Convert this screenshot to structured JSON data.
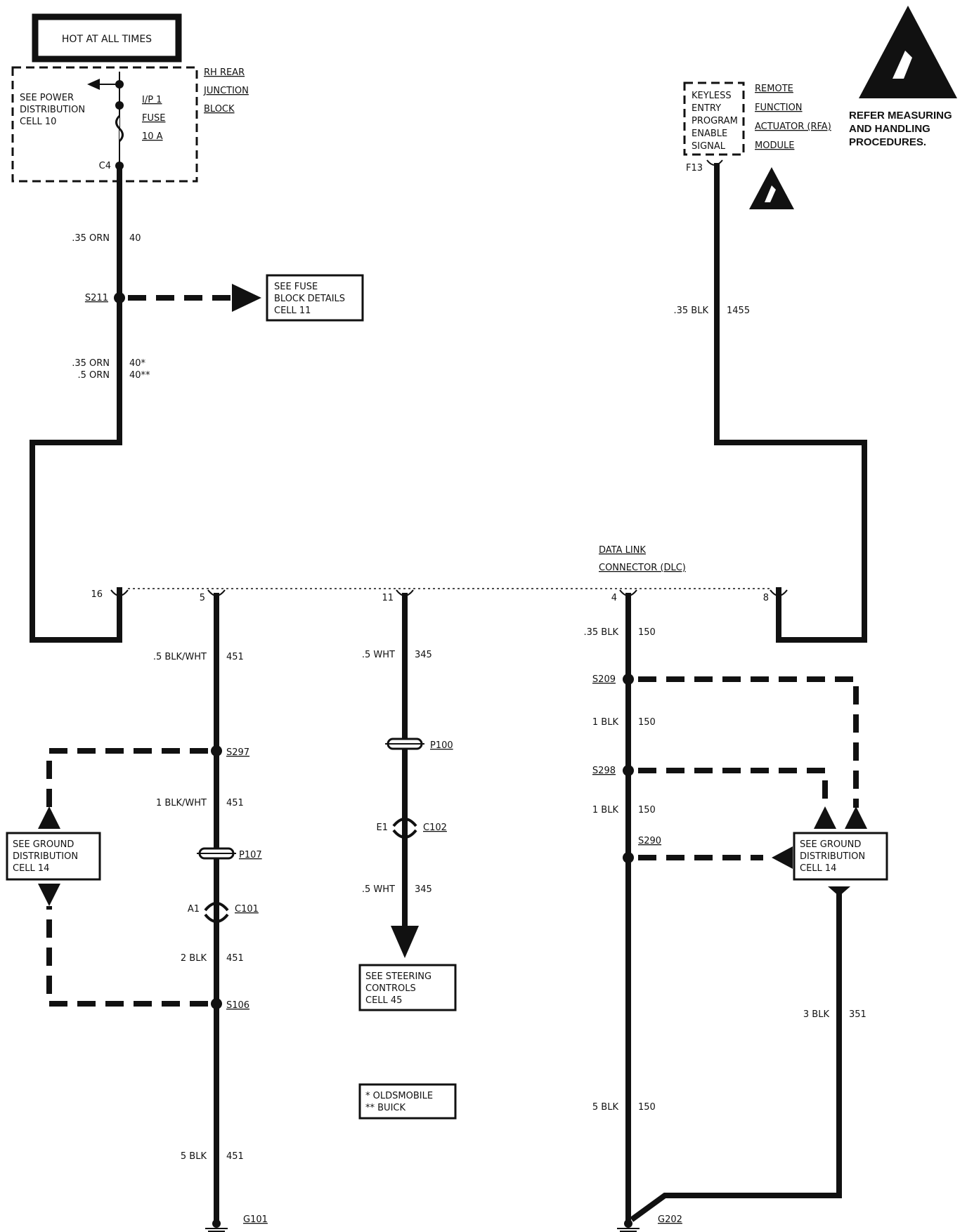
{
  "header": {
    "hot_label": "HOT AT ALL TIMES"
  },
  "junction_block": {
    "see_power": [
      "SEE POWER",
      "DISTRIBUTION",
      "CELL 10"
    ],
    "fuse": [
      "I/P 1",
      "FUSE",
      "10 A"
    ],
    "name": [
      "RH REAR",
      "JUNCTION",
      "BLOCK"
    ],
    "pin": "C4"
  },
  "rfa_module": {
    "signal": [
      "KEYLESS",
      "ENTRY",
      "PROGRAM",
      "ENABLE",
      "SIGNAL"
    ],
    "name": [
      "REMOTE",
      "FUNCTION",
      "ACTUATOR (RFA)",
      "MODULE"
    ],
    "pin": "F13"
  },
  "esd_notice": [
    "REFER MEASURING",
    "AND HANDLING",
    "PROCEDURES."
  ],
  "fuse_block_ref": [
    "SEE FUSE",
    "BLOCK DETAILS",
    "CELL 11"
  ],
  "dlc": {
    "name": [
      "DATA LINK",
      "CONNECTOR (DLC)"
    ],
    "pins": [
      "16",
      "5",
      "11",
      "4",
      "8"
    ]
  },
  "wires": {
    "w40": {
      "gauge": ".35 ORN",
      "circuit": "40"
    },
    "w40b": {
      "gauge": [
        ".35 ORN",
        ".5 ORN"
      ],
      "circuit": [
        "40*",
        "40**"
      ]
    },
    "w1455": {
      "gauge": ".35 BLK",
      "circuit": "1455"
    },
    "w451a": {
      "gauge": ".5 BLK/WHT",
      "circuit": "451"
    },
    "w451b": {
      "gauge": "1 BLK/WHT",
      "circuit": "451"
    },
    "w451c": {
      "gauge": "2 BLK",
      "circuit": "451"
    },
    "w451d": {
      "gauge": "5 BLK",
      "circuit": "451"
    },
    "w345a": {
      "gauge": ".5 WHT",
      "circuit": "345"
    },
    "w345b": {
      "gauge": ".5 WHT",
      "circuit": "345"
    },
    "w150a": {
      "gauge": ".35 BLK",
      "circuit": "150"
    },
    "w150b": {
      "gauge": "1 BLK",
      "circuit": "150"
    },
    "w150c": {
      "gauge": "1 BLK",
      "circuit": "150"
    },
    "w150d": {
      "gauge": "5 BLK",
      "circuit": "150"
    },
    "w351": {
      "gauge": "3 BLK",
      "circuit": "351"
    }
  },
  "splices": {
    "s211": "S211",
    "s297": "S297",
    "s106": "S106",
    "s209": "S209",
    "s298": "S298",
    "s290": "S290"
  },
  "connectors": {
    "p107": "P107",
    "c101": "C101",
    "c101_pin": "A1",
    "p100": "P100",
    "c102": "C102",
    "c102_pin": "E1"
  },
  "grounds": {
    "g101": "G101",
    "g202": "G202"
  },
  "ground_dist_left": [
    "SEE GROUND",
    "DISTRIBUTION",
    "CELL 14"
  ],
  "ground_dist_right": [
    "SEE GROUND",
    "DISTRIBUTION",
    "CELL 14"
  ],
  "steering_ref": [
    "SEE STEERING",
    "CONTROLS",
    "CELL 45"
  ],
  "legend": [
    "* OLDSMOBILE",
    "** BUICK"
  ]
}
